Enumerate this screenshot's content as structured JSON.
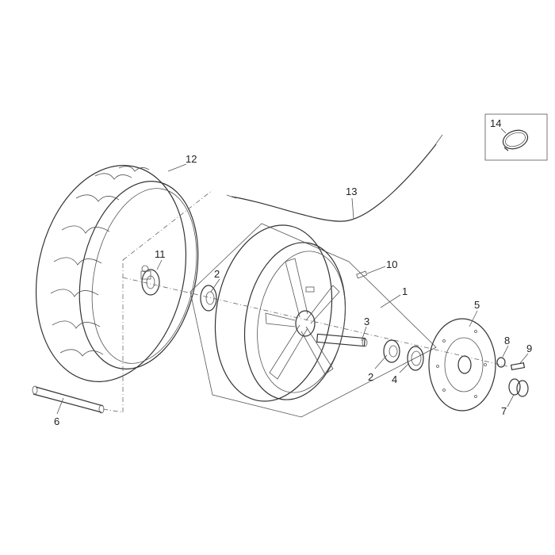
{
  "diagram": {
    "callouts": [
      {
        "id": "c1",
        "text": "1"
      },
      {
        "id": "c2a",
        "text": "2"
      },
      {
        "id": "c2b",
        "text": "2"
      },
      {
        "id": "c3",
        "text": "3"
      },
      {
        "id": "c4",
        "text": "4"
      },
      {
        "id": "c5",
        "text": "5"
      },
      {
        "id": "c6",
        "text": "6"
      },
      {
        "id": "c7",
        "text": "7"
      },
      {
        "id": "c8",
        "text": "8"
      },
      {
        "id": "c9",
        "text": "9"
      },
      {
        "id": "c10",
        "text": "10"
      },
      {
        "id": "c11",
        "text": "11"
      },
      {
        "id": "c12",
        "text": "12"
      },
      {
        "id": "c13",
        "text": "13"
      },
      {
        "id": "c14",
        "text": "14"
      }
    ]
  }
}
